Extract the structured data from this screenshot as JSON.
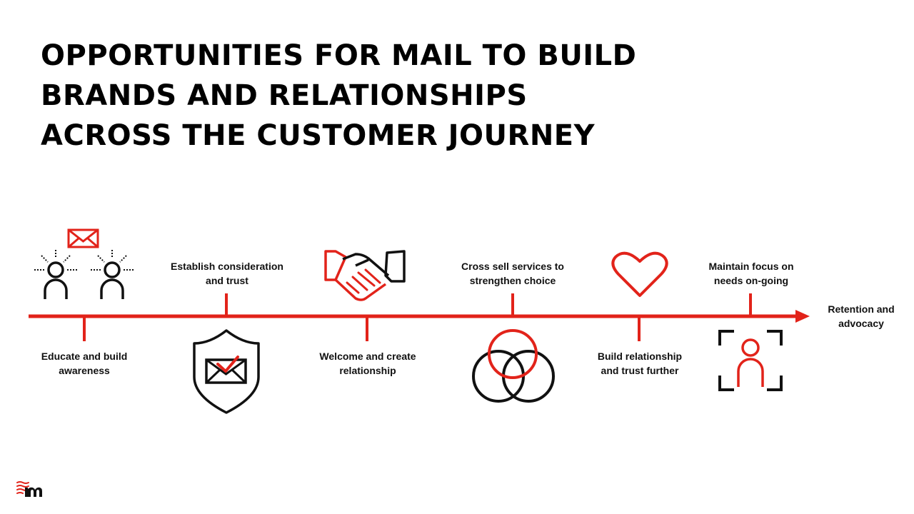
{
  "title": {
    "line1": "OPPORTUNITIES FOR MAIL TO BUILD",
    "line2": "BRANDS AND RELATIONSHIPS",
    "line3": "ACROSS THE CUSTOMER JOURNEY"
  },
  "stages": {
    "educate": {
      "line1": "Educate and build",
      "line2": "awareness",
      "icon": "people-with-mail-icon"
    },
    "consider": {
      "line1": "Establish consideration",
      "line2": "and trust",
      "icon": "shield-envelope-icon"
    },
    "welcome": {
      "line1": "Welcome and create",
      "line2": "relationship",
      "icon": "handshake-icon"
    },
    "crosssell": {
      "line1": "Cross sell services to",
      "line2": "strengthen choice",
      "icon": "venn-circles-icon"
    },
    "build": {
      "line1": "Build relationship",
      "line2": "and trust further",
      "icon": "heart-icon"
    },
    "maintain": {
      "line1": "Maintain focus on",
      "line2": "needs on-going",
      "icon": "person-focus-icon"
    },
    "retention": {
      "line1": "Retention and",
      "line2": "advocacy"
    }
  },
  "colors": {
    "accent": "#e2231a",
    "ink": "#000000"
  },
  "logo": {
    "icon": "royal-mail-m-logo"
  }
}
